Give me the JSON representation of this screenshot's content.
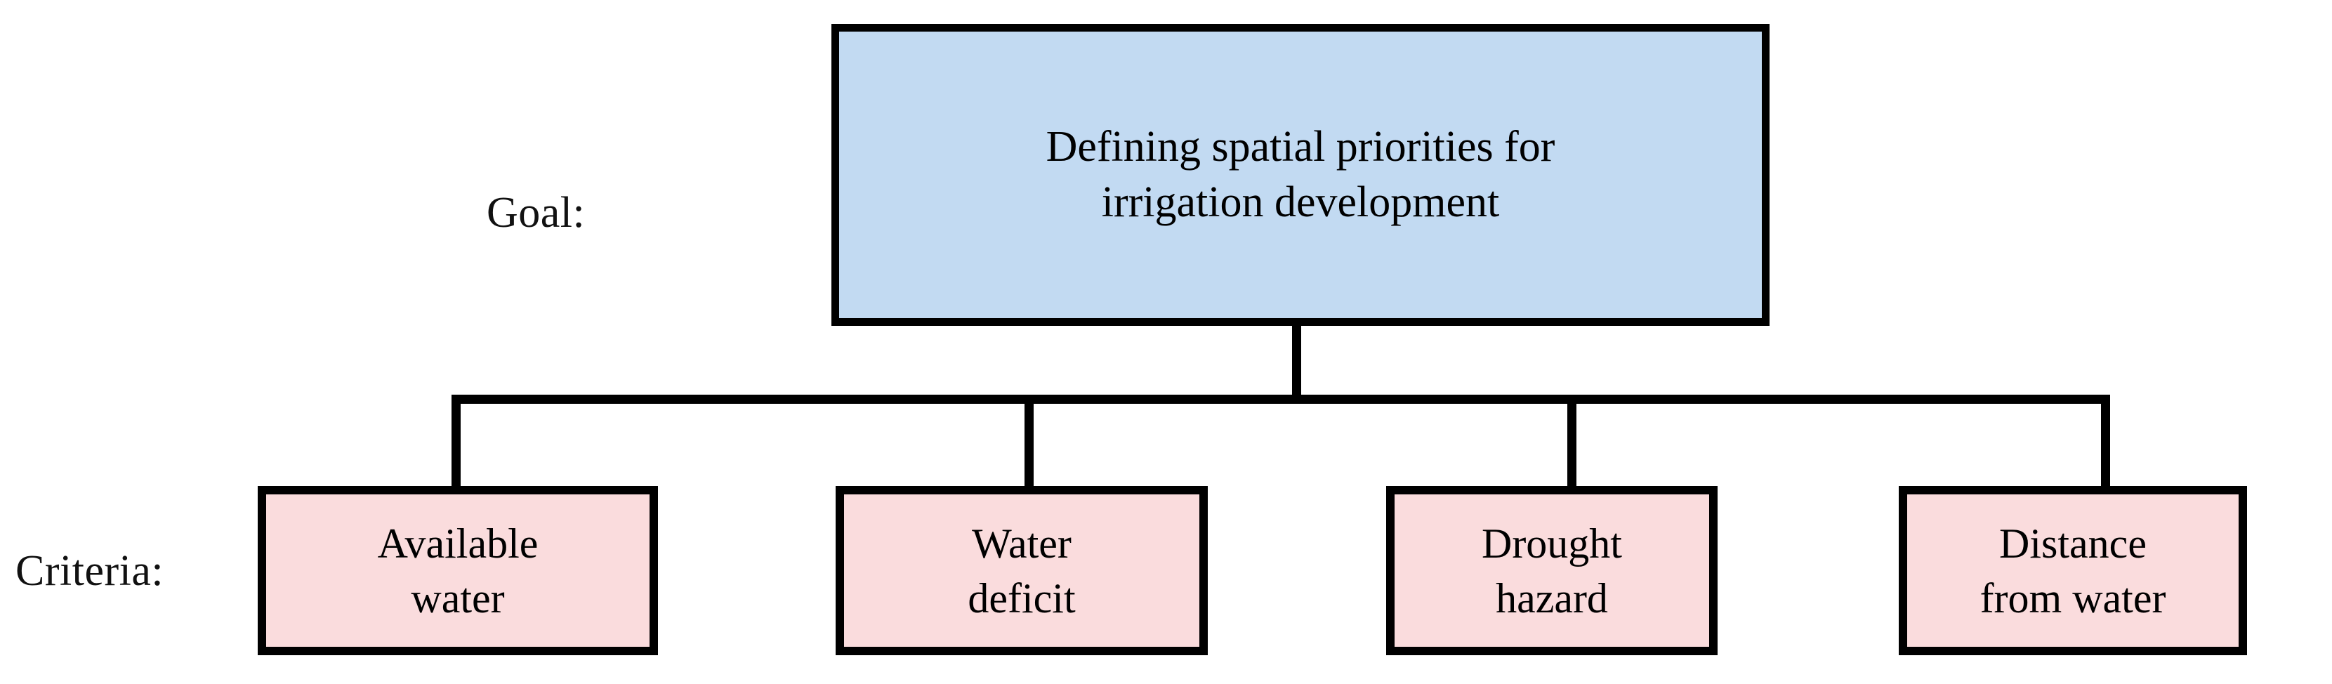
{
  "diagram": {
    "type": "hierarchy-tree",
    "background_color": "#ffffff",
    "line_color": "#000000",
    "rows": [
      {
        "key": "goal",
        "label": "Goal:"
      },
      {
        "key": "criteria",
        "label": "Criteria:"
      }
    ],
    "goal": {
      "label": "Goal:",
      "node": {
        "text": "Defining spatial priorities for irrigation development",
        "line1": "Defining spatial priorities for",
        "line2": "irrigation development",
        "fill_color": "#c2daf2",
        "border_color": "#000000"
      }
    },
    "criteria": {
      "label": "Criteria:",
      "fill_color": "#fadcdd",
      "border_color": "#000000",
      "nodes": [
        {
          "text": "Available water",
          "line1": "Available",
          "line2": "water"
        },
        {
          "text": "Water deficit",
          "line1": "Water",
          "line2": "deficit"
        },
        {
          "text": "Drought hazard",
          "line1": "Drought",
          "line2": "hazard"
        },
        {
          "text": "Distance from water",
          "line1": "Distance",
          "line2": "from water"
        }
      ]
    },
    "connectors": {
      "description": "One vertical stem from the goal node down to a horizontal bus, which branches into four vertical drops, one per criteria node.",
      "branch_count": 4
    }
  }
}
